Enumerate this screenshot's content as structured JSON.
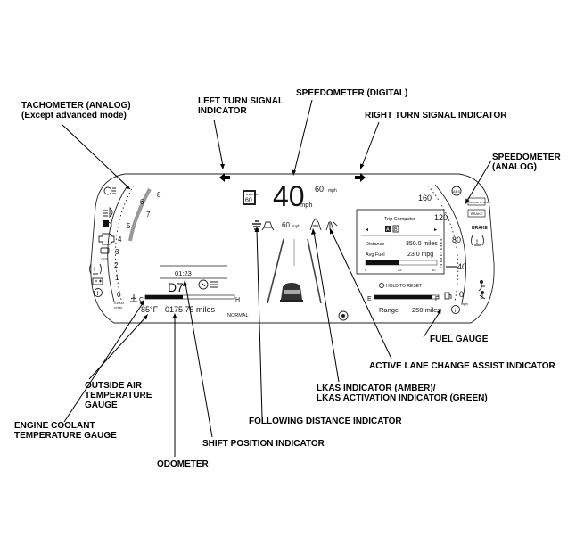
{
  "callouts": {
    "tachometer": [
      "TACHOMETER (ANALOG)",
      "(Except advanced mode)"
    ],
    "left_turn": [
      "LEFT TURN SIGNAL",
      "INDICATOR"
    ],
    "speedometer_digital": "SPEEDOMETER (DIGITAL)",
    "right_turn": "RIGHT TURN SIGNAL INDICATOR",
    "speedometer_analog": [
      "SPEEDOMETER",
      "(ANALOG)"
    ],
    "fuel_gauge": "FUEL GAUGE",
    "active_lane_change": "ACTIVE LANE CHANGE ASSIST INDICATOR",
    "lkas": [
      "LKAS INDICATOR (AMBER)/",
      "LKAS ACTIVATION INDICATOR (GREEN)"
    ],
    "following_distance": "FOLLOWING DISTANCE INDICATOR",
    "outside_air": [
      "OUTSIDE AIR",
      "TEMPERATURE",
      "GAUGE"
    ],
    "engine_coolant": [
      "ENGINE COOLANT",
      "TEMPERATURE GAUGE"
    ],
    "shift_position": "SHIFT POSITION INDICATOR",
    "odometer": "ODOMETER"
  },
  "cluster": {
    "speed_value": "40",
    "speed_unit": "mph",
    "speed_limit_value": "60",
    "speed_limit_unit": "mph",
    "sign_top": "SPEED LIMIT",
    "sign_value": "60",
    "acc_set_speed": "60",
    "acc_unit": "mph",
    "clock": "01:23",
    "gear": "D7",
    "outside_temp": "85°F",
    "odometer": "0175 75 miles",
    "coolant_cold": "C",
    "coolant_hot": "H",
    "drive_mode": "NORMAL",
    "tach_scale": [
      "0",
      "1",
      "2",
      "3",
      "4",
      "5",
      "6",
      "7",
      "8"
    ],
    "tach_unit": [
      "x1000",
      "r/min"
    ],
    "speedo_scale": [
      "0",
      "40",
      "80",
      "120",
      "160"
    ],
    "speedo_unit": "mph",
    "trip": {
      "title": "Trip Computer",
      "tabs": [
        "A",
        "B"
      ],
      "distance_label": "Distance",
      "distance_value": "350.0 miles",
      "fuel_label": "Avg Fuel",
      "fuel_value": "23.0 mpg",
      "bar_scale": [
        "0",
        "25",
        "50"
      ],
      "hold_reset": "HOLD TO RESET"
    },
    "fuel_empty": "E",
    "fuel_full": "F",
    "fuel_level": 0.9,
    "range_label": "Range",
    "range_value": "250 miles",
    "warnings_right": [
      "BRAKE SYSTEM",
      "BRAKE"
    ]
  }
}
